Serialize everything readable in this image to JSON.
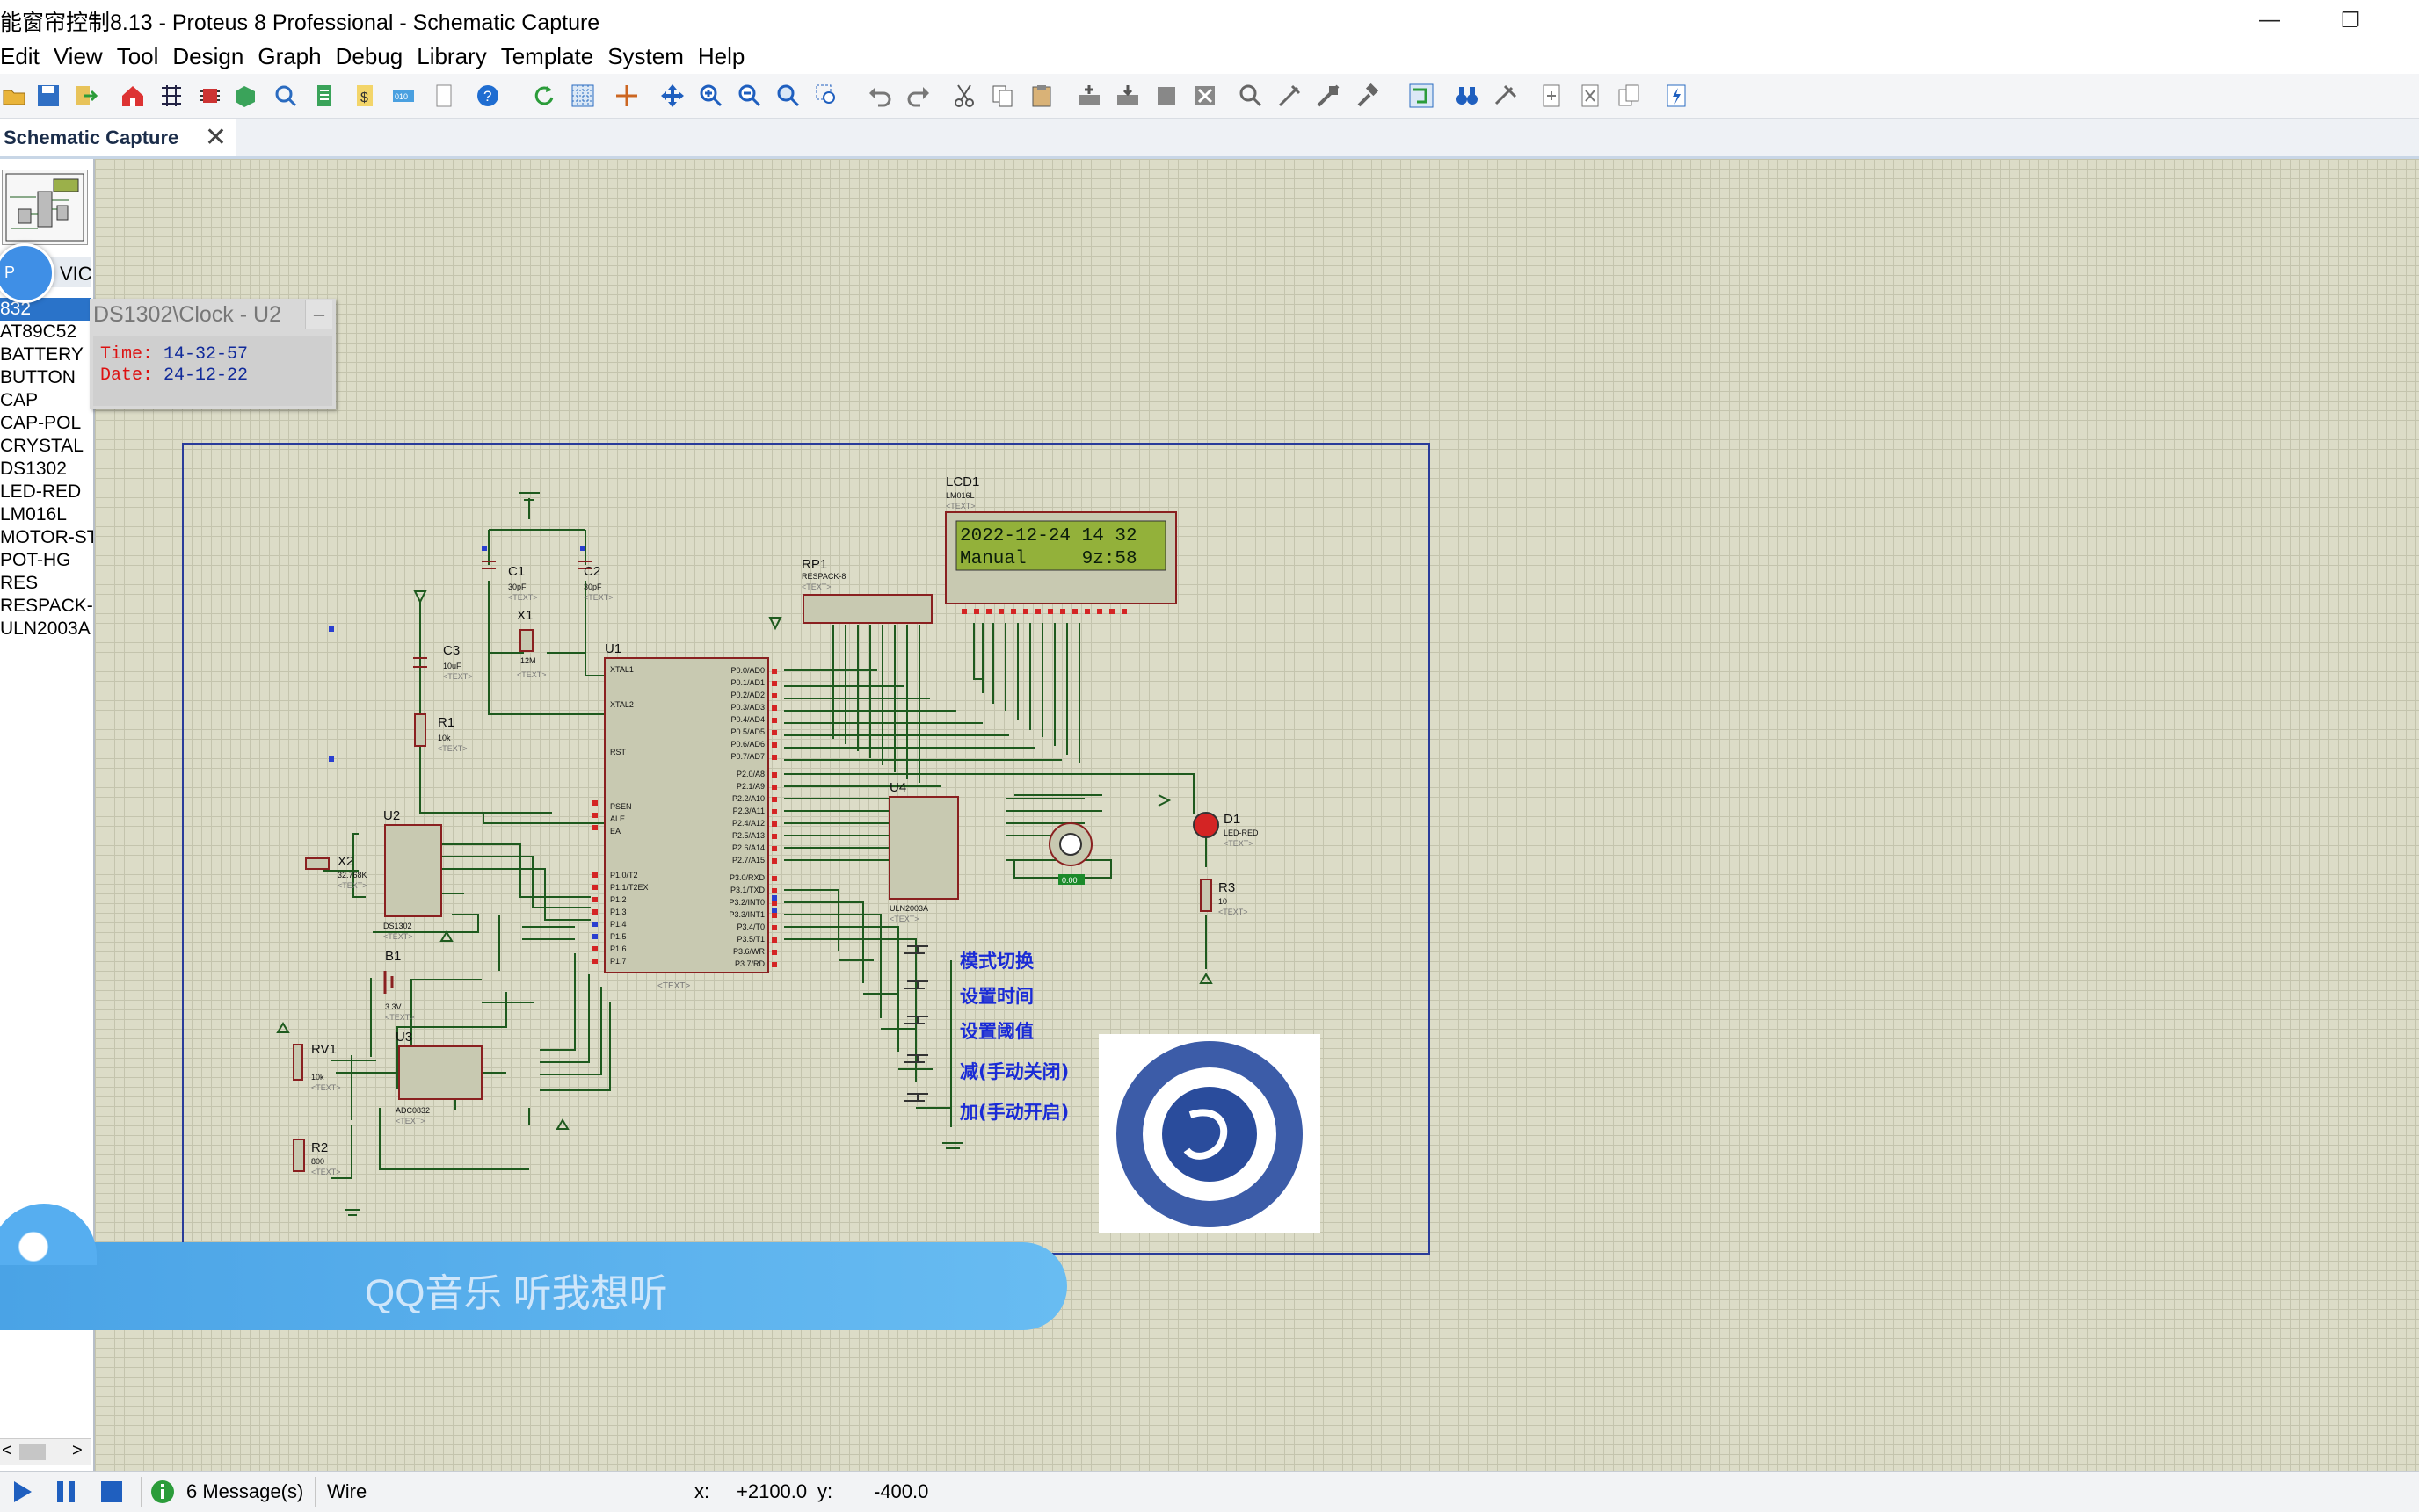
{
  "window": {
    "title": "能窗帘控制8.13 - Proteus 8 Professional - Schematic Capture",
    "minimize_glyph": "—",
    "restore_glyph": "❐"
  },
  "menu": [
    "Edit",
    "View",
    "Tool",
    "Design",
    "Graph",
    "Debug",
    "Library",
    "Template",
    "System",
    "Help"
  ],
  "tab": {
    "label": "Schematic Capture",
    "close_glyph": "✕"
  },
  "device_panel": {
    "header": "VIC",
    "pick_glyph": "P",
    "items": [
      "832",
      "AT89C52",
      "BATTERY",
      "BUTTON",
      "CAP",
      "CAP-POL",
      "CRYSTAL",
      "DS1302",
      "LED-RED",
      "LM016L",
      "MOTOR-ST",
      "POT-HG",
      "RES",
      "RESPACK-",
      "ULN2003A"
    ],
    "selected_index": 0,
    "scroll_left": "<",
    "scroll_right": ">"
  },
  "popup": {
    "title": "DS1302\\Clock - U2",
    "close_glyph": "–",
    "time_label": "Time:",
    "time_value": "14-32-57",
    "date_label": "Date:",
    "date_value": "24-12-22"
  },
  "schematic": {
    "lcd": {
      "ref": "LCD1",
      "part": "LM016L",
      "text": "<TEXT>",
      "line1": "2022-12-24 14 32",
      "line2": "Manual     9z:58"
    },
    "rp1": {
      "ref": "RP1",
      "part": "RESPACK-8",
      "text": "<TEXT>"
    },
    "u1": {
      "ref": "U1",
      "text": "<TEXT>"
    },
    "c1": {
      "ref": "C1",
      "value": "30pF",
      "text": "<TEXT>"
    },
    "c2": {
      "ref": "C2",
      "value": "30pF",
      "text": "<TEXT>"
    },
    "c3": {
      "ref": "C3",
      "value": "10uF",
      "text": "<TEXT>"
    },
    "x1": {
      "ref": "X1",
      "value": "12M",
      "text": "<TEXT>"
    },
    "r1": {
      "ref": "R1",
      "value": "10k",
      "text": "<TEXT>"
    },
    "u2": {
      "ref": "U2",
      "part": "DS1302",
      "text": "<TEXT>"
    },
    "x2": {
      "ref": "X2",
      "value": "32.768K",
      "text": "<TEXT>"
    },
    "b1": {
      "ref": "B1",
      "value": "3.3V",
      "text": "<TEXT>"
    },
    "rv1": {
      "ref": "RV1",
      "value": "10k",
      "text": "<TEXT>"
    },
    "r2": {
      "ref": "R2",
      "value": "800",
      "text": "<TEXT>"
    },
    "u3": {
      "ref": "U3",
      "part": "ADC0832",
      "text": "<TEXT>"
    },
    "u4": {
      "ref": "U4",
      "part": "ULN2003A",
      "text": "<TEXT>"
    },
    "d1": {
      "ref": "D1",
      "part": "LED-RED",
      "text": "<TEXT>"
    },
    "r3": {
      "ref": "R3",
      "value": "10",
      "text": "<TEXT>"
    },
    "motor_readout": "0.00",
    "buttons": [
      "模式切换",
      "设置时间",
      "设置阈值",
      "减(手动关闭)",
      "加(手动开启)"
    ],
    "u1_left_pins": [
      "XTAL1",
      "XTAL2",
      "RST",
      "PSEN",
      "ALE",
      "EA",
      "P1.0/T2",
      "P1.1/T2EX",
      "P1.2",
      "P1.3",
      "P1.4",
      "P1.5",
      "P1.6",
      "P1.7"
    ],
    "u1_right_pins": [
      "P0.0/AD0",
      "P0.1/AD1",
      "P0.2/AD2",
      "P0.3/AD3",
      "P0.4/AD4",
      "P0.5/AD5",
      "P0.6/AD6",
      "P0.7/AD7",
      "P2.0/A8",
      "P2.1/A9",
      "P2.2/A10",
      "P2.3/A11",
      "P2.4/A12",
      "P2.5/A13",
      "P2.6/A14",
      "P2.7/A15",
      "P3.0/RXD",
      "P3.1/TXD",
      "P3.2/INT0",
      "P3.3/INT1",
      "P3.4/T0",
      "P3.5/T1",
      "P3.6/WR",
      "P3.7/RD"
    ]
  },
  "qq_music": {
    "text": "QQ音乐 听我想听"
  },
  "status": {
    "messages": "6 Message(s)",
    "mode": "Wire",
    "x_label": "x:",
    "x_value": "+2100.0",
    "y_label": "y:",
    "y_value": "-400.0"
  }
}
